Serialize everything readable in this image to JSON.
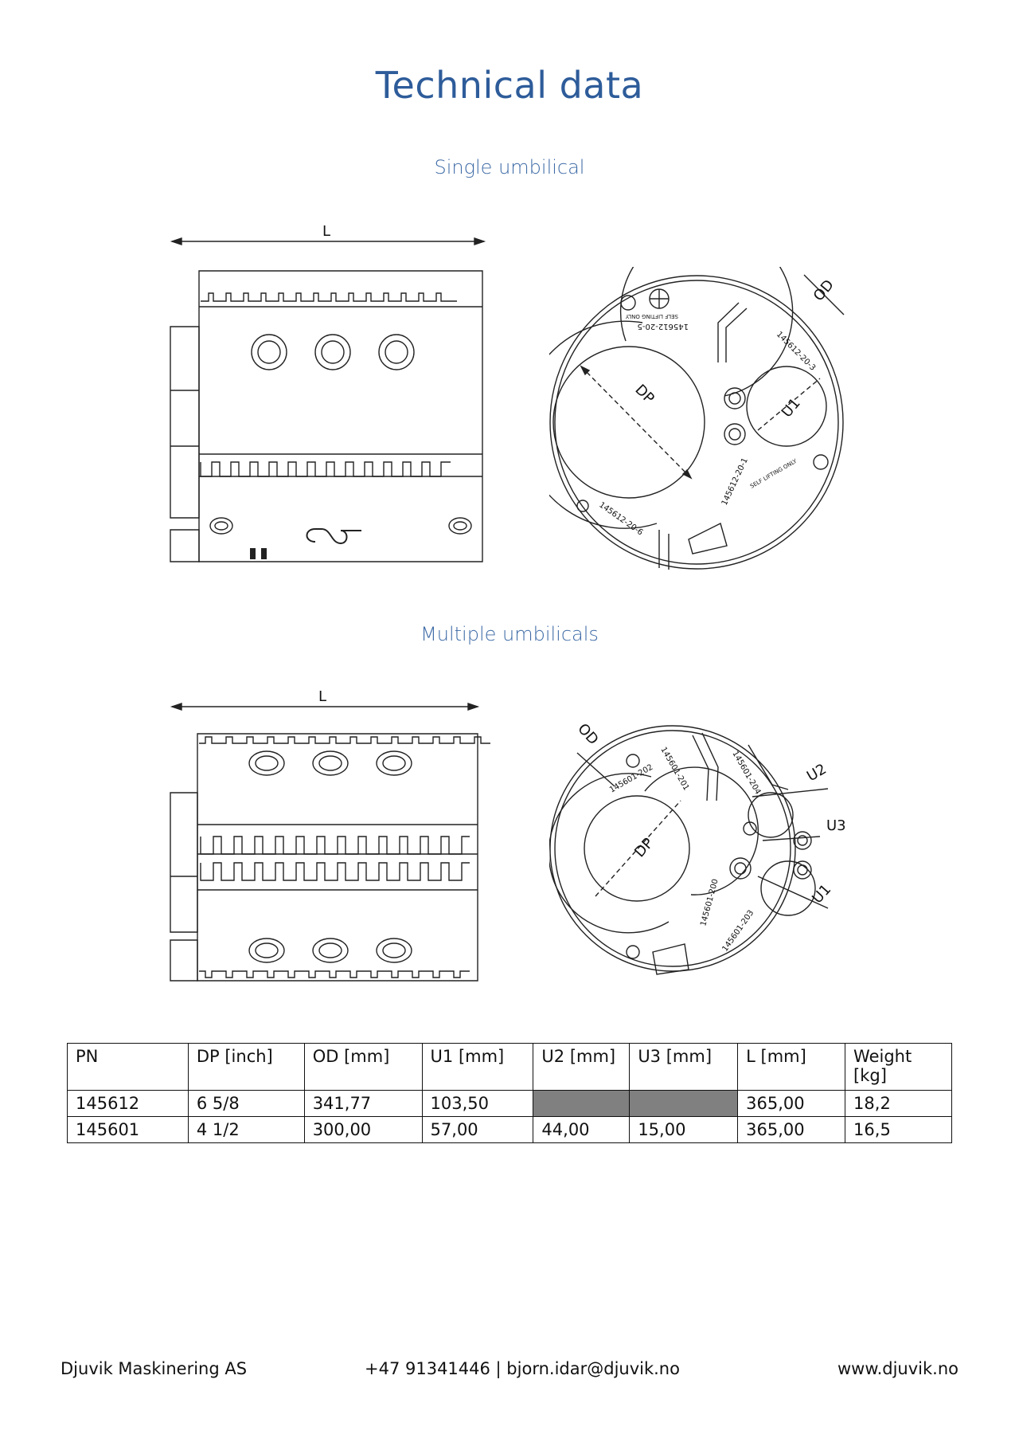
{
  "page": {
    "title": "Technical data",
    "sections": [
      {
        "subtitle": "Single umbilical"
      },
      {
        "subtitle": "Multiple umbilicals"
      }
    ]
  },
  "drawings": {
    "single": {
      "side": {
        "length_label": "L"
      },
      "end": {
        "labels": {
          "od": "OD",
          "dp": "DP",
          "u1": "U1"
        },
        "part_numbers": [
          "145612-20-5",
          "145612-20-3",
          "145612-20-1",
          "145612-20-6"
        ],
        "marking": "SELF LIFTING ONLY"
      }
    },
    "multiple": {
      "side": {
        "length_label": "L"
      },
      "end": {
        "labels": {
          "od": "OD",
          "dp": "DP",
          "u1": "U1",
          "u2": "U2",
          "u3": "U3"
        },
        "part_numbers": [
          "145601-202",
          "145601-201",
          "145601-204",
          "145601-200",
          "145601-203"
        ]
      }
    }
  },
  "table": {
    "headers": [
      "PN",
      "DP [inch]",
      "OD [mm]",
      "U1 [mm]",
      "U2 [mm]",
      "U3 [mm]",
      "L [mm]",
      "Weight [kg]"
    ],
    "rows": [
      [
        "145612",
        "6 5/8",
        "341,77",
        "103,50",
        "",
        "",
        "365,00",
        "18,2"
      ],
      [
        "145601",
        "4 1/2",
        "300,00",
        "57,00",
        "44,00",
        "15,00",
        "365,00",
        "16,5"
      ]
    ]
  },
  "footer": {
    "company": "Djuvik Maskinering AS",
    "contact": "+47 91341446 | bjorn.idar@djuvik.no",
    "website": "www.djuvik.no"
  }
}
